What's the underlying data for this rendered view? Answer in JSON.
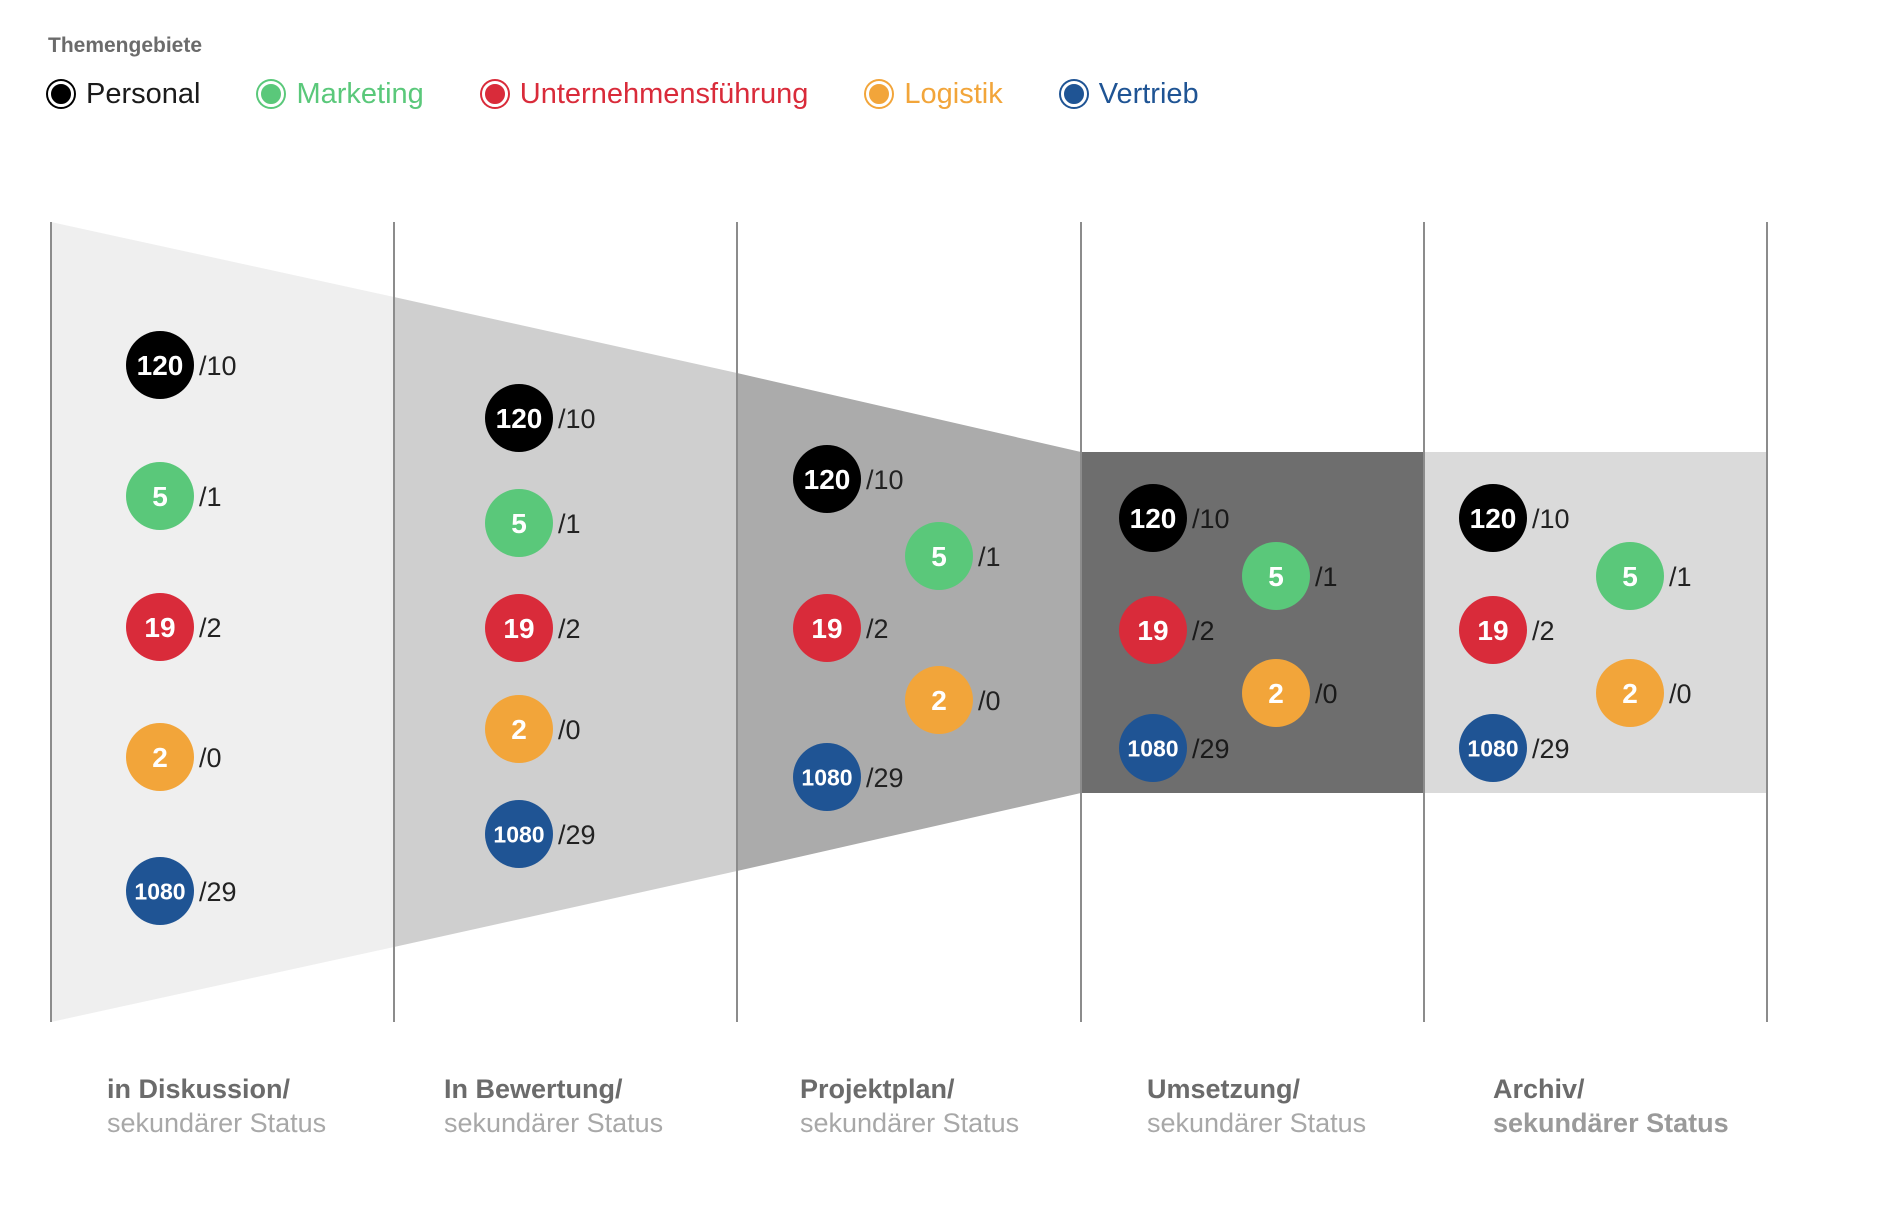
{
  "legend": {
    "title": "Themengebiete",
    "items": [
      {
        "label": "Personal",
        "color": "#000000",
        "text_color": "#1a1a1a",
        "icon": "radio-dot-icon"
      },
      {
        "label": "Marketing",
        "color": "#5ac87a",
        "text_color": "#5ac87a",
        "icon": "radio-dot-icon"
      },
      {
        "label": "Unternehmensführung",
        "color": "#d92b3a",
        "text_color": "#d92b3a",
        "icon": "radio-dot-icon"
      },
      {
        "label": "Logistik",
        "color": "#f2a53a",
        "text_color": "#f2a53a",
        "icon": "radio-dot-icon"
      },
      {
        "label": "Vertrieb",
        "color": "#1f5494",
        "text_color": "#1f5494",
        "icon": "radio-dot-icon"
      }
    ]
  },
  "chart_data": {
    "type": "funnel",
    "stages": [
      {
        "title": "in Diskussion/",
        "subtitle": "sekundärer Status",
        "fill": "#efefef",
        "items": [
          {
            "value": "120",
            "sub": "/10"
          },
          {
            "value": "5",
            "sub": "/1"
          },
          {
            "value": "19",
            "sub": "/2"
          },
          {
            "value": "2",
            "sub": "/0"
          },
          {
            "value": "1080",
            "sub": "/29"
          }
        ]
      },
      {
        "title": "In Bewertung/",
        "subtitle": "sekundärer Status",
        "fill": "#cfcfcf",
        "items": [
          {
            "value": "120",
            "sub": "/10"
          },
          {
            "value": "5",
            "sub": "/1"
          },
          {
            "value": "19",
            "sub": "/2"
          },
          {
            "value": "2",
            "sub": "/0"
          },
          {
            "value": "1080",
            "sub": "/29"
          }
        ]
      },
      {
        "title": "Projektplan/",
        "subtitle": "sekundärer Status",
        "fill": "#ababab",
        "items": [
          {
            "value": "120",
            "sub": "/10"
          },
          {
            "value": "5",
            "sub": "/1"
          },
          {
            "value": "19",
            "sub": "/2"
          },
          {
            "value": "2",
            "sub": "/0"
          },
          {
            "value": "1080",
            "sub": "/29"
          }
        ]
      },
      {
        "title": "Umsetzung/",
        "subtitle": "sekundärer Status",
        "fill": "#6e6e6e",
        "items": [
          {
            "value": "120",
            "sub": "/10"
          },
          {
            "value": "5",
            "sub": "/1"
          },
          {
            "value": "19",
            "sub": "/2"
          },
          {
            "value": "2",
            "sub": "/0"
          },
          {
            "value": "1080",
            "sub": "/29"
          }
        ]
      },
      {
        "title": "Archiv/",
        "subtitle": "sekundärer Status",
        "fill": "#dadada",
        "items": [
          {
            "value": "120",
            "sub": "/10"
          },
          {
            "value": "5",
            "sub": "/1"
          },
          {
            "value": "19",
            "sub": "/2"
          },
          {
            "value": "2",
            "sub": "/0"
          },
          {
            "value": "1080",
            "sub": "/29"
          }
        ]
      }
    ]
  }
}
